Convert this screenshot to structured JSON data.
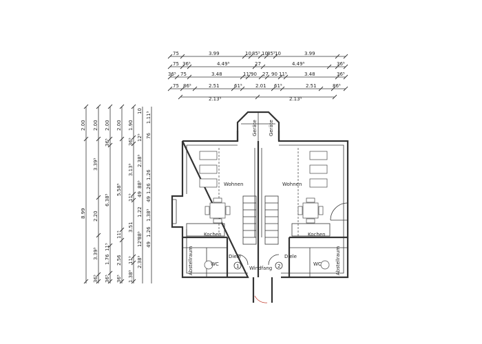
{
  "top_dimensions": [
    [
      "75",
      "3.99",
      "10",
      "85⁵",
      "10",
      "85⁵",
      "10",
      "3.99"
    ],
    [
      "75",
      "36⁵",
      "4.49⁵",
      "27",
      "4.49⁵",
      "36⁵"
    ],
    [
      "36⁵",
      "75",
      "3.48",
      "11⁵",
      "90",
      "27",
      "90",
      "11⁵",
      "3.48",
      "36⁵"
    ],
    [
      "75",
      "86⁵",
      "2.51",
      "61⁵",
      "2.01",
      "61⁵",
      "2.51",
      "86⁵"
    ],
    [
      "2.13⁵",
      "2.13⁵"
    ]
  ],
  "left_dimensions": [
    [
      "2.00",
      "8.99"
    ],
    [
      "2.00",
      "3.39⁵",
      "2.20",
      "3.39⁵",
      "36⁵"
    ],
    [
      "2.00",
      "36⁵",
      "6.38⁵",
      "1.76",
      "11⁵",
      "36⁵"
    ],
    [
      "2.00",
      "5.58⁵",
      "11⁵",
      "2.56",
      "36⁵"
    ],
    [
      "1.90",
      "36⁵",
      "3.13⁵",
      "11⁵",
      "3.51",
      "11⁵",
      "1.38⁵"
    ],
    [
      "10",
      "12⁵",
      "2.38⁵",
      "88⁵",
      "49",
      "1.22",
      "88⁵",
      "12⁵",
      "2.38⁵"
    ],
    [
      "1.11⁵",
      "76",
      "1.26",
      "1.26",
      "49",
      "1.38⁵",
      "1.26",
      "49"
    ]
  ],
  "rooms": {
    "geraete_left": "Geräte",
    "geraete_right": "Geräte",
    "wohnen_left": "Wohnen",
    "wohnen_right": "Wohnen",
    "kochen_left": "Kochen",
    "kochen_right": "Kochen",
    "diele_left": "Diele",
    "diele_right": "Diele",
    "wc_left": "WC",
    "wc_right": "WC",
    "windfang": "Windfang",
    "abstellraum_left": "Abstellraum",
    "abstellraum_right": "Abstellraum"
  },
  "markers": [
    "1",
    "2"
  ]
}
